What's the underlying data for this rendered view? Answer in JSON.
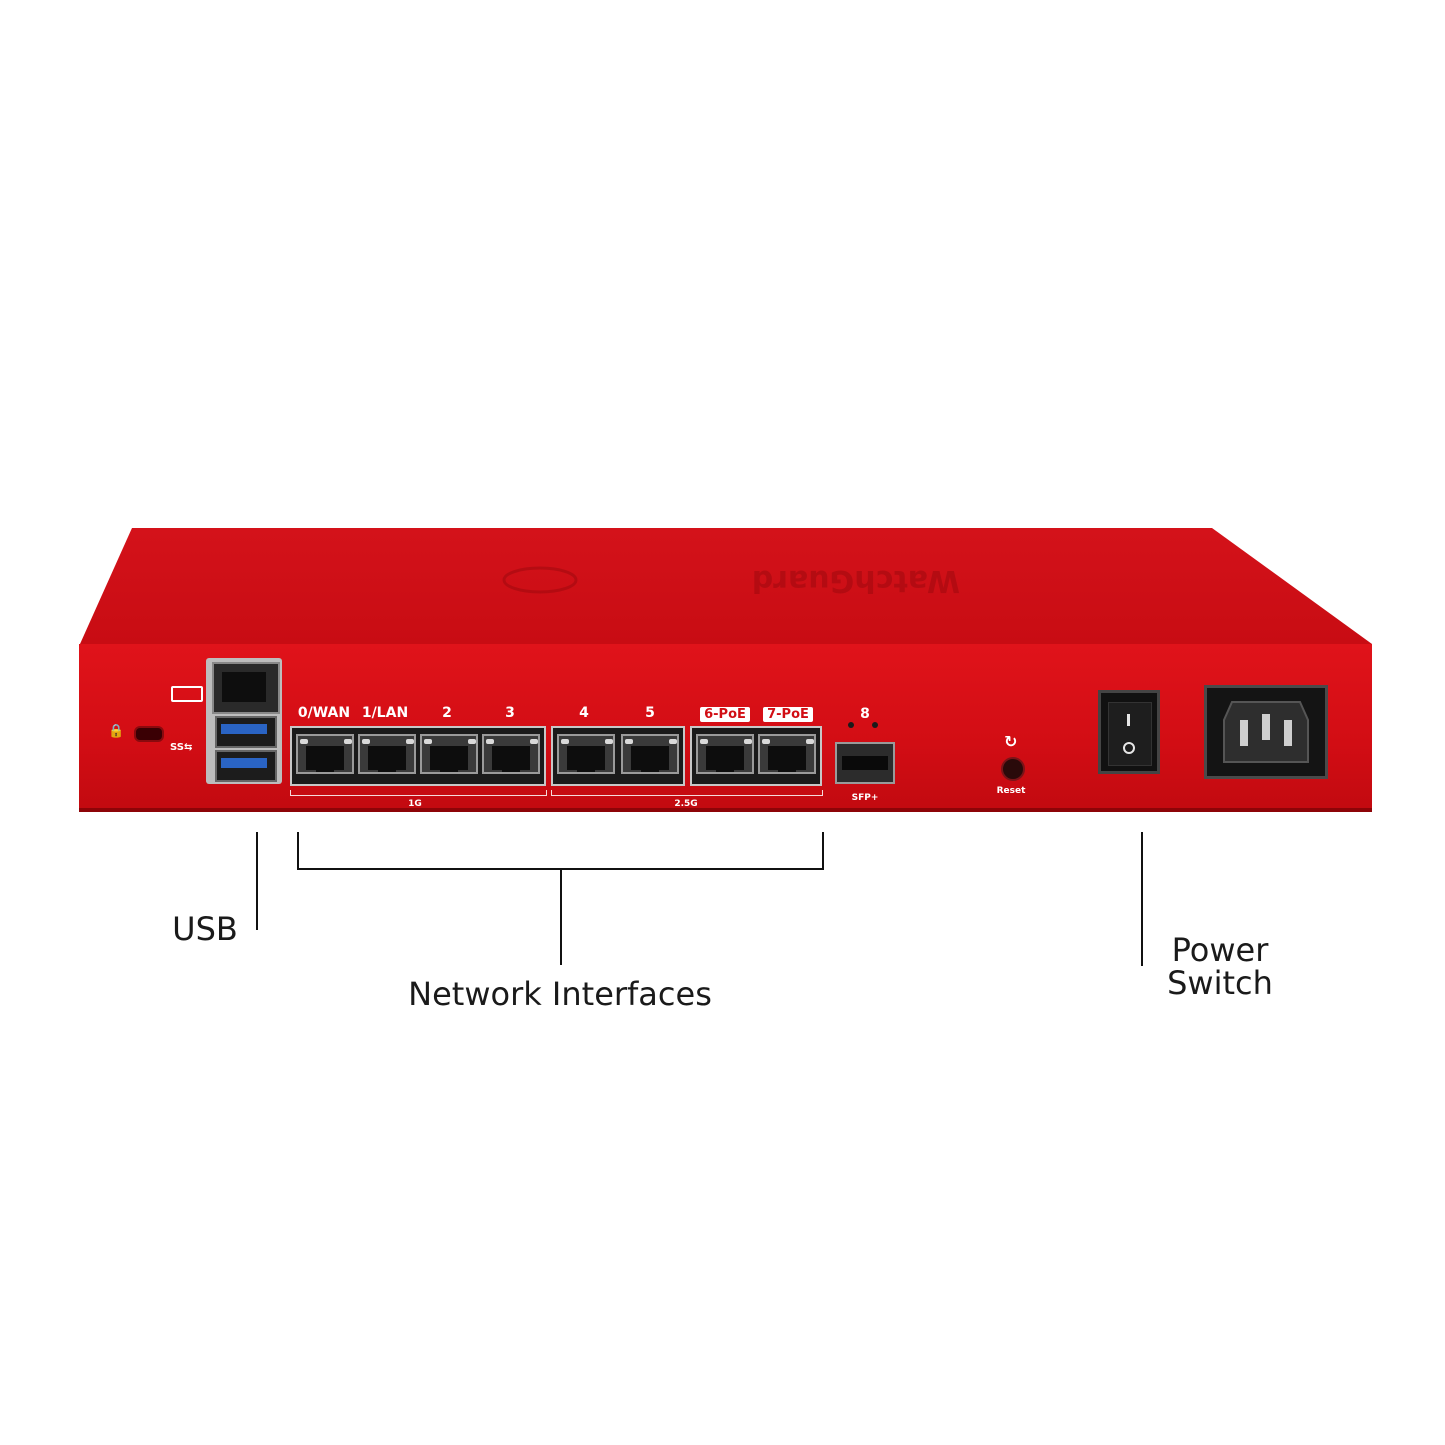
{
  "device": {
    "logo_text": "WatchGuard",
    "port_labels": [
      "0/WAN",
      "1/LAN",
      "2",
      "3",
      "4",
      "5"
    ],
    "poe_labels": [
      "6-PoE",
      "7-PoE"
    ],
    "sfp_number": "8",
    "sfp_label": "SFP+",
    "group_1g_label": "1G",
    "group_25g_label": "2.5G",
    "reset_label": "Reset",
    "usb_label": "SS"
  },
  "callouts": {
    "usb": "USB",
    "network_interfaces": "Network Interfaces",
    "power_switch_line1": "Power",
    "power_switch_line2": "Switch"
  },
  "colors": {
    "chassis_red": "#d20d14",
    "background": "#ffffff",
    "callout_text": "#1a1a1a"
  }
}
